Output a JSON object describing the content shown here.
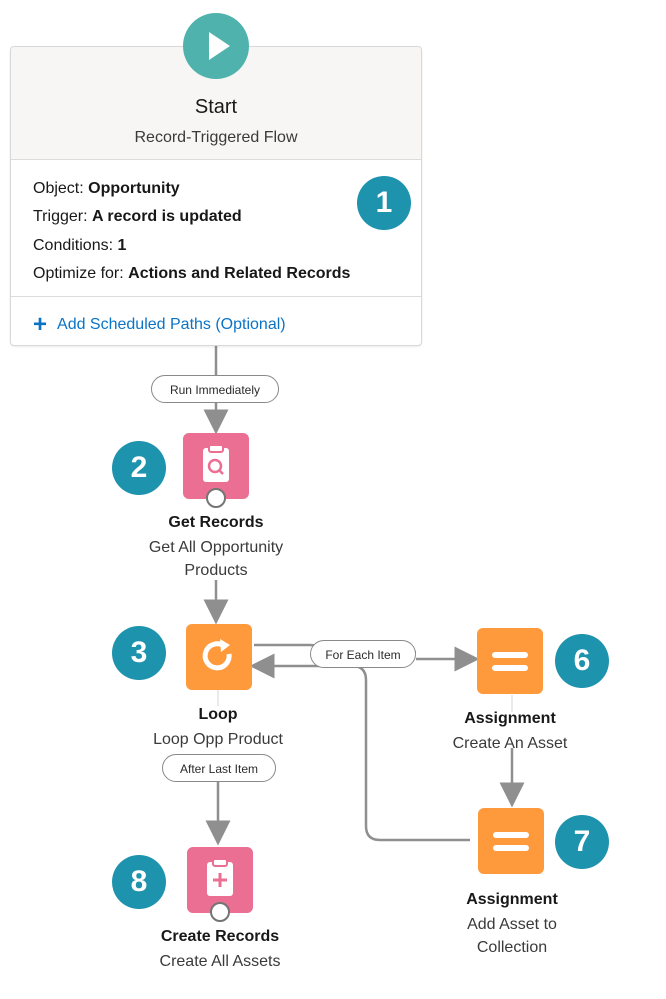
{
  "start": {
    "title": "Start",
    "subtitle": "Record-Triggered Flow",
    "badge": "1",
    "object_label": "Object:",
    "object_value": "Opportunity",
    "trigger_label": "Trigger:",
    "trigger_value": "A record is updated",
    "conditions_label": "Conditions:",
    "conditions_value": "1",
    "optimize_label": "Optimize for:",
    "optimize_value": "Actions and Related Records",
    "scheduled_paths_link": "Add Scheduled Paths (Optional)"
  },
  "connectors": {
    "run_immediately": "Run Immediately",
    "for_each_item": "For Each Item",
    "after_last_item": "After Last Item"
  },
  "nodes": {
    "get_records": {
      "badge": "2",
      "title": "Get Records",
      "desc_line1": "Get All Opportunity",
      "desc_line2": "Products",
      "icon": "clipboard-search-icon"
    },
    "loop": {
      "badge": "3",
      "title": "Loop",
      "desc": "Loop Opp Product",
      "icon": "loop-icon"
    },
    "assignment_create": {
      "badge": "6",
      "title": "Assignment",
      "desc": "Create An Asset",
      "icon": "equals-icon"
    },
    "assignment_add": {
      "badge": "7",
      "title": "Assignment",
      "desc_line1": "Add Asset to",
      "desc_line2": "Collection",
      "icon": "equals-icon"
    },
    "create_records": {
      "badge": "8",
      "title": "Create Records",
      "desc": "Create All Assets",
      "icon": "clipboard-plus-icon"
    }
  },
  "colors": {
    "start": "#4fb2ad",
    "badge": "#1e93ad",
    "data_element": "#ea6f93",
    "logic_element": "#ff9a3c",
    "link": "#0b73c6",
    "connector": "#8f8f8f"
  }
}
